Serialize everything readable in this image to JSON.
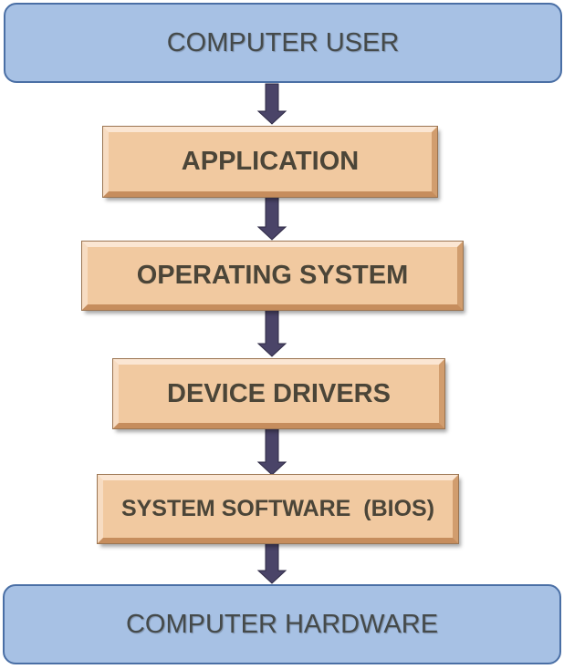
{
  "diagram": {
    "top": {
      "label": "COMPUTER USER"
    },
    "layers": [
      {
        "label": "APPLICATION"
      },
      {
        "label": "OPERATING SYSTEM"
      },
      {
        "label": "DEVICE DRIVERS"
      },
      {
        "label": "SYSTEM SOFTWARE  (BIOS)"
      }
    ],
    "bottom": {
      "label": "COMPUTER HARDWARE"
    },
    "colors": {
      "terminal_fill": "#a7c1e4",
      "terminal_border": "#4a6fa5",
      "layer_fill": "#f1c9a0",
      "arrow": "#4a4468"
    }
  }
}
